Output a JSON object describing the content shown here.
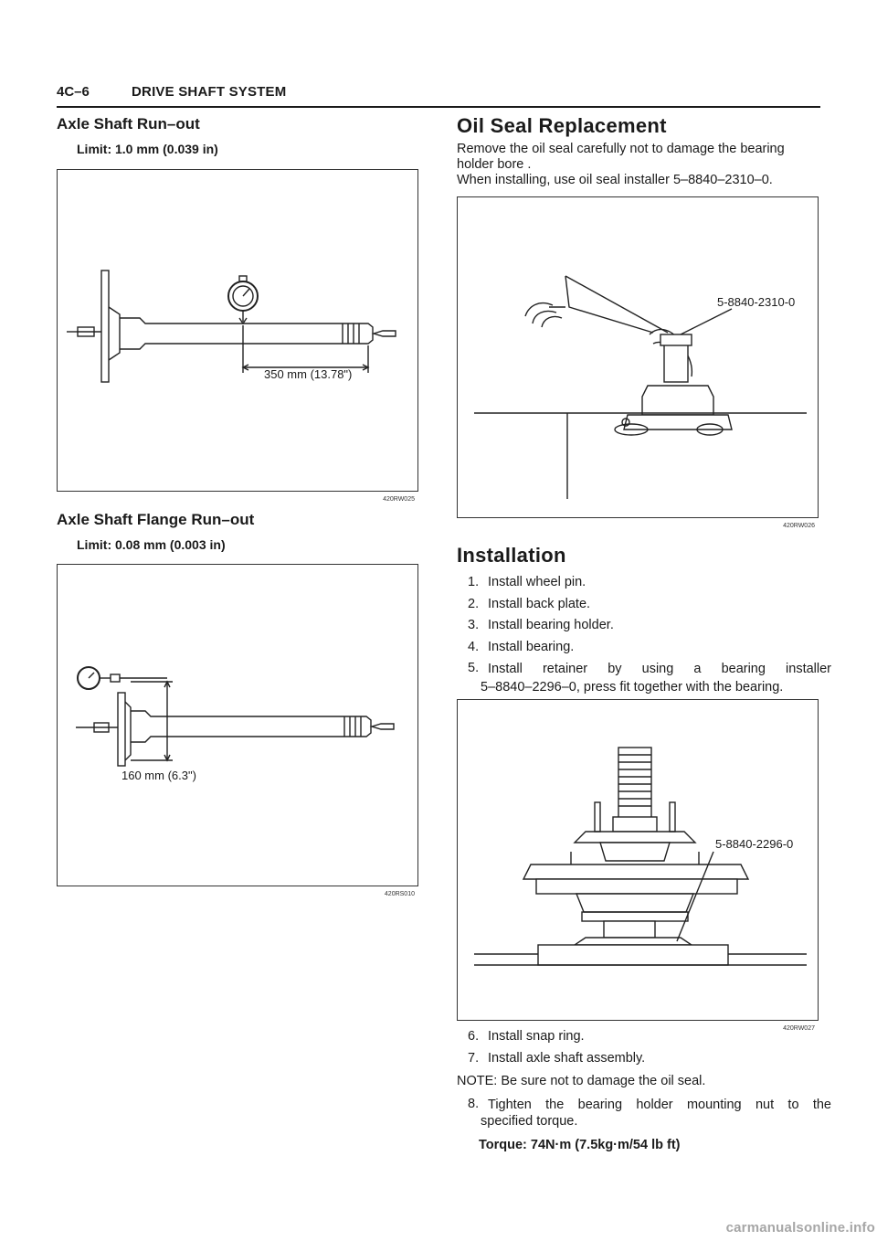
{
  "header": {
    "section_number": "4C–6",
    "section_title": "DRIVE SHAFT SYSTEM"
  },
  "left": {
    "runout": {
      "heading": "Axle Shaft Run–out",
      "limit": "Limit: 1.0 mm (0.039 in)",
      "fig_label": "350 mm (13.78\")",
      "fig_code": "420RW025"
    },
    "flange": {
      "heading": "Axle Shaft Flange Run–out",
      "limit": "Limit: 0.08 mm (0.003 in)",
      "fig_label": "160 mm (6.3\")",
      "fig_code": "420RS010"
    }
  },
  "right": {
    "oil_seal": {
      "heading": "Oil Seal Replacement",
      "para_line1": "Remove the oil seal carefully not to damage the bearing",
      "para_line2": "holder bore .",
      "para_line3": "When installing, use oil seal installer 5–8840–2310–0.",
      "fig_label": "5-8840-2310-0",
      "fig_code": "420RW026"
    },
    "installation": {
      "heading": "Installation",
      "steps": [
        {
          "n": "1.",
          "t": "Install wheel pin."
        },
        {
          "n": "2.",
          "t": "Install back plate."
        },
        {
          "n": "3.",
          "t": "Install bearing holder."
        },
        {
          "n": "4.",
          "t": "Install bearing."
        },
        {
          "n": "5.",
          "t": "Install retainer by using a bearing installer",
          "t2": "5–8840–2296–0, press fit together with the bearing."
        }
      ],
      "fig_label": "5-8840-2296-0",
      "fig_code": "420RW027",
      "steps_b": [
        {
          "n": "6.",
          "t": "Install snap ring."
        },
        {
          "n": "7.",
          "t": "Install axle shaft assembly."
        }
      ],
      "note": "NOTE: Be sure not to damage the oil seal.",
      "step8": {
        "n": "8.",
        "t": "Tighten the bearing holder mounting nut to the",
        "t2": "specified torque."
      },
      "torque": "Torque: 74N·m (7.5kg·m/54 lb ft)"
    }
  },
  "watermark": "carmanualsonline.info"
}
